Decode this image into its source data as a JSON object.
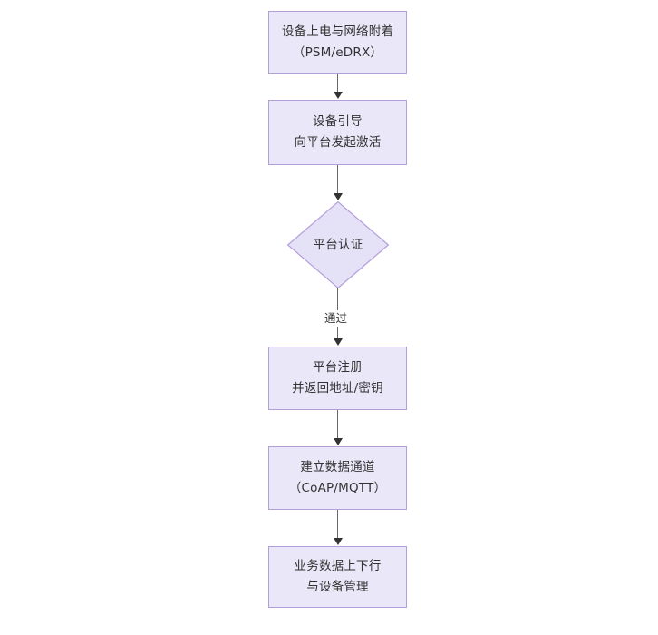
{
  "diagram": {
    "type": "flowchart",
    "orientation": "top-to-bottom",
    "theme": {
      "node_fill": "#eae7f8",
      "node_border": "#b39ddb",
      "text_color": "#333333",
      "edge_color": "#666666",
      "arrow_color": "#333333",
      "background": "#ffffff"
    },
    "nodes": [
      {
        "id": "n1",
        "shape": "rectangle",
        "label": "设备上电与网络附着\n（PSM/eDRX）"
      },
      {
        "id": "n2",
        "shape": "rectangle",
        "label": "设备引导\n向平台发起激活"
      },
      {
        "id": "n3",
        "shape": "diamond",
        "label": "平台认证"
      },
      {
        "id": "n4",
        "shape": "rectangle",
        "label": "平台注册\n并返回地址/密钥"
      },
      {
        "id": "n5",
        "shape": "rectangle",
        "label": "建立数据通道\n（CoAP/MQTT）"
      },
      {
        "id": "n6",
        "shape": "rectangle",
        "label": "业务数据上下行\n与设备管理"
      }
    ],
    "edges": [
      {
        "id": "e1",
        "from": "n1",
        "to": "n2",
        "label": ""
      },
      {
        "id": "e2",
        "from": "n2",
        "to": "n3",
        "label": ""
      },
      {
        "id": "e3",
        "from": "n3",
        "to": "n4",
        "label": "通过"
      },
      {
        "id": "e4",
        "from": "n4",
        "to": "n5",
        "label": ""
      },
      {
        "id": "e5",
        "from": "n5",
        "to": "n6",
        "label": ""
      }
    ]
  }
}
